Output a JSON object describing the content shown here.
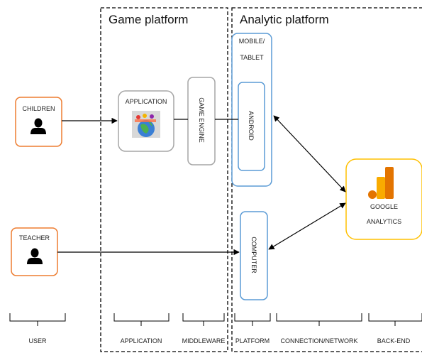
{
  "platforms": {
    "game": {
      "title": "Game platform"
    },
    "analytic": {
      "title": "Analytic platform"
    }
  },
  "nodes": {
    "children": {
      "label": "CHILDREN",
      "icon": "person-icon"
    },
    "teacher": {
      "label": "TEACHER",
      "icon": "person-icon"
    },
    "application": {
      "label": "APPLICATION",
      "icon": "app-thumbnail-icon"
    },
    "game_engine": {
      "label": "GAME ENGINE"
    },
    "mobile_tablet": {
      "label_line1": "MOBILE/",
      "label_line2": "TABLET"
    },
    "android": {
      "label": "ANDROID"
    },
    "computer": {
      "label": "COMPUTER"
    },
    "google_analytics": {
      "label_line1": "GOOGLE",
      "label_line2": "ANALYTICS",
      "icon": "google-analytics-icon"
    }
  },
  "layers": [
    "USER",
    "APPLICATION",
    "MIDDLEWARE",
    "PLATFORM",
    "CONNECTION/NETWORK",
    "BACK-END"
  ],
  "colors": {
    "orange": "#ED7D31",
    "blue": "#5B9BD5",
    "gray": "#A6A6A6",
    "gold": "#FFC000",
    "ga_orange": "#E37400",
    "ga_yellow": "#F9AB00"
  }
}
